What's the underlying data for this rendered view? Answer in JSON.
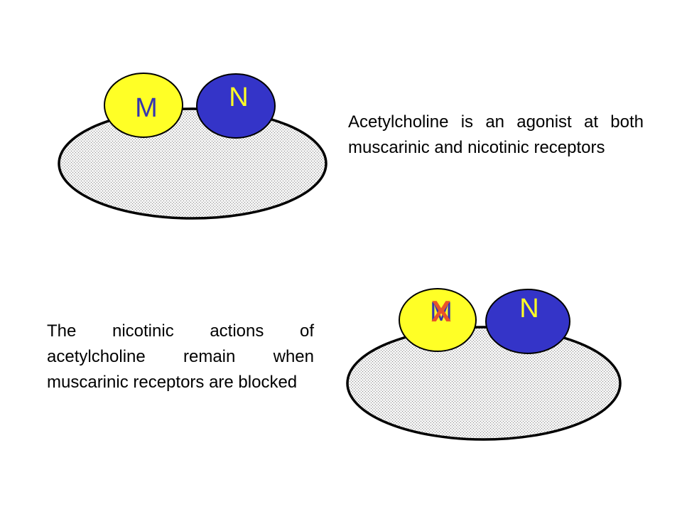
{
  "colors": {
    "cell_fill": "#e4e4e4",
    "cell_outline": "#000000",
    "muscarinic_fill": "#ffff26",
    "muscarinic_label": "#3535b0",
    "nicotinic_fill": "#3434c8",
    "nicotinic_label": "#ffff26",
    "block_mark": "#e8542a"
  },
  "top_panel": {
    "muscarinic_label": "M",
    "nicotinic_label": "N",
    "caption": "Acetylcholine is an agonist at both muscarinic and nicotinic receptors"
  },
  "bottom_panel": {
    "muscarinic_label": "M",
    "nicotinic_label": "N",
    "block_mark": "X",
    "caption": "The nicotinic actions of acetylcholine remain when muscarinic receptors are blocked"
  }
}
